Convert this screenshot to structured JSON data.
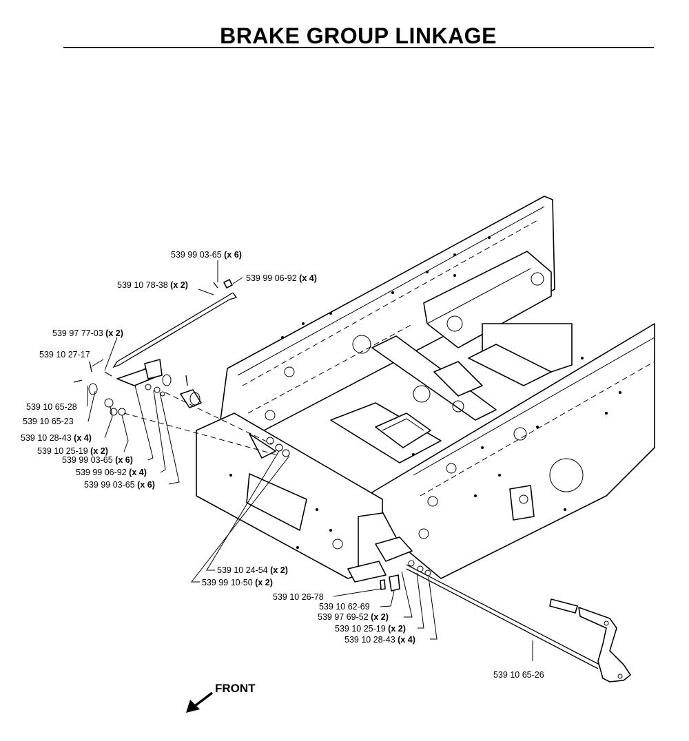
{
  "title": "BRAKE GROUP LINKAGE",
  "front_label": "FRONT",
  "icons": {
    "front_arrow": "arrow-down-left-icon"
  },
  "parts": [
    {
      "id": "p1",
      "number": "539 99 03-65",
      "qty": "(x 6)"
    },
    {
      "id": "p2",
      "number": "539 99 06-92",
      "qty": "(x 4)"
    },
    {
      "id": "p3",
      "number": "539 10 78-38",
      "qty": "(x 2)"
    },
    {
      "id": "p4",
      "number": "539 97 77-03",
      "qty": "(x 2)"
    },
    {
      "id": "p5",
      "number": "539 10 27-17",
      "qty": ""
    },
    {
      "id": "p6",
      "number": "539 10 65-28",
      "qty": ""
    },
    {
      "id": "p7",
      "number": "539 10 65-23",
      "qty": ""
    },
    {
      "id": "p8",
      "number": "539 10 28-43",
      "qty": "(x 4)"
    },
    {
      "id": "p9",
      "number": "539 10 25-19",
      "qty": "(x 2)"
    },
    {
      "id": "p10",
      "number": "539 99 03-65",
      "qty": "(x 6)"
    },
    {
      "id": "p11",
      "number": "539 99 06-92",
      "qty": "(x 4)"
    },
    {
      "id": "p12",
      "number": "539 99 03-65",
      "qty": "(x 6)"
    },
    {
      "id": "p13",
      "number": "539 10 24-54",
      "qty": "(x 2)"
    },
    {
      "id": "p14",
      "number": "539 99 10-50",
      "qty": "(x 2)"
    },
    {
      "id": "p15",
      "number": "539 10 26-78",
      "qty": ""
    },
    {
      "id": "p16",
      "number": "539 10 62-69",
      "qty": ""
    },
    {
      "id": "p17",
      "number": "539 97 69-52",
      "qty": "(x 2)"
    },
    {
      "id": "p18",
      "number": "539 10 25-19",
      "qty": "(x 2)"
    },
    {
      "id": "p19",
      "number": "539 10 28-43",
      "qty": "(x 4)"
    },
    {
      "id": "p20",
      "number": "539 10 65-26",
      "qty": ""
    }
  ]
}
